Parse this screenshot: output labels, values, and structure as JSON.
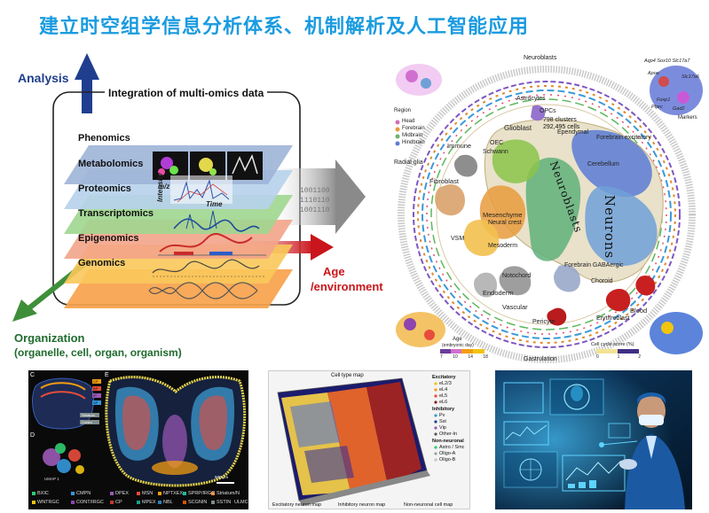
{
  "title": "建立时空组学信息分析体系、机制解析及人工智能应用",
  "omics": {
    "analysis_label": "Analysis",
    "integration_title": "Integration of multi-omics data",
    "layers": [
      "Phenomics",
      "Metabolomics",
      "Proteomics",
      "Transcriptomics",
      "Epigenomics",
      "Genomics"
    ],
    "axis_intensity": "Intensity",
    "axis_mz": "m/z",
    "axis_time": "Time",
    "binary_lines": [
      "1001100",
      "1110110",
      "1001110"
    ],
    "age_line1": "Age",
    "age_line2": "/environment",
    "organization_label": "Organization",
    "organization_sub": "(organelle, cell, organ, organism)"
  },
  "atlas": {
    "clusters": "798 clusters",
    "cells": "292,495 cells",
    "region_title": "Region",
    "regions": [
      "Head",
      "Forebrain",
      "Midbrain",
      "Hindbrain"
    ],
    "big_labels": [
      "Neurons",
      "Neuroblasts"
    ],
    "cell_labels": [
      "Neuroblasts",
      "Astrocytes",
      "Glioblast",
      "OPCs",
      "Ependymal",
      "OEC",
      "Schwann",
      "Immune",
      "Fibroblast",
      "Mesenchyme",
      "Neural crest",
      "VSM",
      "Mesoderm",
      "Endoderm",
      "Vascular",
      "Pericyte",
      "Erythroblast",
      "Blood",
      "Choroid",
      "Notochord",
      "Cerebellum",
      "Forebrain excitatory",
      "Forebrain GABAergic",
      "Glioblast"
    ],
    "markers_label": "Markers",
    "genes": [
      "Aqp4",
      "Sox10",
      "Slc17a7",
      "Apoe",
      "Slc17a6",
      "Gad2",
      "Ptprc",
      "Foxp1"
    ],
    "age_title": "Age",
    "age_sub": "(embryonic day)",
    "age_ticks": [
      "7",
      "10",
      "14",
      "18"
    ],
    "cellcycle_title": "Cell cycle score (%)",
    "cellcycle_ticks": [
      "0",
      "1",
      "2"
    ],
    "outer_labels": [
      "Neuroblasts",
      "Radial glia",
      "Glioblast",
      "Gastrulation",
      "Neurons"
    ]
  },
  "bottom": {
    "panel1": {
      "letters": [
        "C",
        "D",
        "E"
      ],
      "region_tags": [
        "CP",
        "BP",
        "IP",
        "SP",
        "Striatum",
        "Cortex"
      ],
      "umap_label": "UMAP 1",
      "scale": "500 µm",
      "legend": [
        "BXIC",
        "CMPN",
        "DPEX",
        "MSN",
        "NPTXEX",
        "SPRP/IRGC",
        "Striatum/N",
        "WNTRGC",
        "CONT/IRGC",
        "CP",
        "MPEX",
        "NBL",
        "SCGNIN",
        "SSTIN",
        "ULMC"
      ]
    },
    "panel2": {
      "title": "Cell type map",
      "legend_excitatory": "Excitatory",
      "excitatory": [
        "eL2/3",
        "eL4",
        "eL5",
        "eL6"
      ],
      "legend_inhibitory": "Inhibitory",
      "inhibitory": [
        "Pv",
        "Sst",
        "Vip",
        "Other-In"
      ],
      "legend_nonneuronal": "Non-neuronal",
      "nonneuronal": [
        "Astro / Smc",
        "Oligo-A",
        "Oligo-B"
      ],
      "bottom_labels": [
        "Excitatory neuron map",
        "Inhibitory neuron map",
        "Non-neuronal cell map"
      ]
    }
  }
}
